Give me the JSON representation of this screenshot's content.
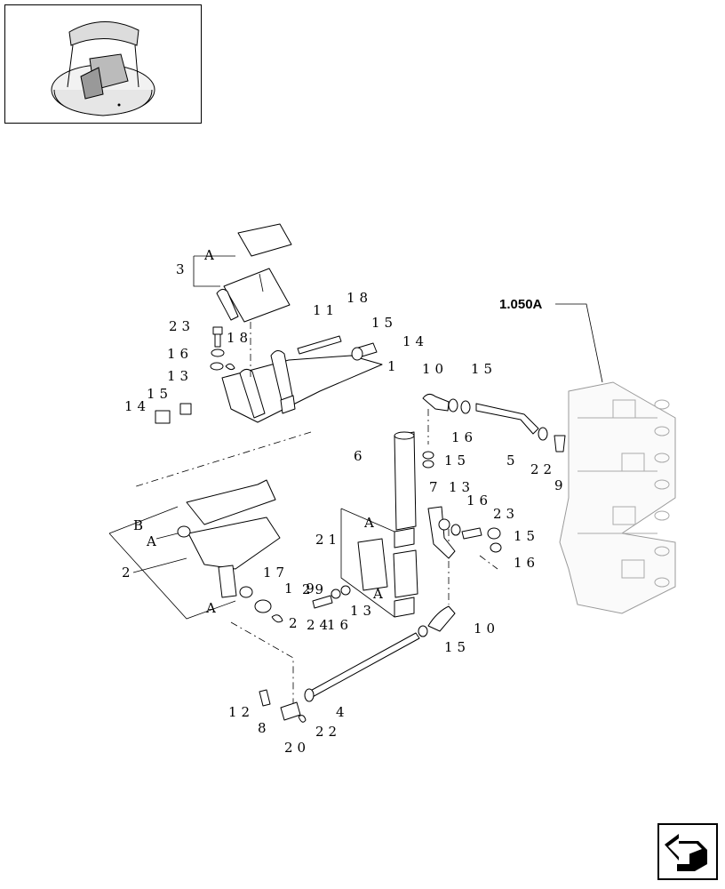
{
  "reference_label": "1.050A",
  "callouts": {
    "c1": "1",
    "c2": "2",
    "c3": "3",
    "c4": "4",
    "c5": "5",
    "c6": "6",
    "c7": "7",
    "c8": "8",
    "c9": "9",
    "c10": "10",
    "c11": "11",
    "c12": "12",
    "c13": "13",
    "c14": "14",
    "c15": "15",
    "c16": "16",
    "c17": "17",
    "c18": "18",
    "c20": "20",
    "c21": "21",
    "c22": "22",
    "c23": "23",
    "c24": "24",
    "c29": "29",
    "a": "A",
    "b": "B"
  },
  "nav_icon": "next-page-arrow-icon"
}
